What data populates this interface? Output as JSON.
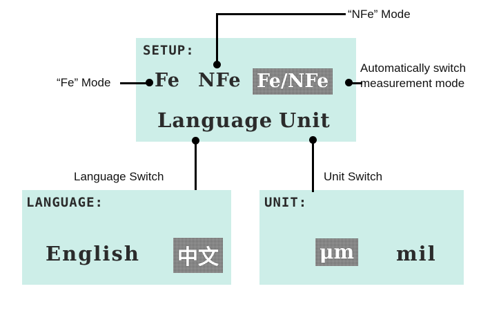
{
  "device": {
    "kind": "coating-thickness-gauge-lcd",
    "lcd_background": "#cdeee8",
    "lcd_text_color": "#2b2b2b",
    "highlight_color": "#565656",
    "highlight_text_color": "#ffffff"
  },
  "screens": {
    "setup": {
      "title": "SETUP:",
      "options_row1": [
        {
          "label": "Fe",
          "selected": false
        },
        {
          "label": "NFe",
          "selected": false
        },
        {
          "label": "Fe/NFe",
          "selected": true
        }
      ],
      "options_row2": [
        {
          "label": "Language",
          "selected": false
        },
        {
          "label": "Unit",
          "selected": false
        }
      ]
    },
    "language": {
      "title": "LANGUAGE:",
      "options": [
        {
          "label": "English",
          "selected": false
        },
        {
          "label": "中文",
          "selected": true
        }
      ]
    },
    "unit": {
      "title": "UNIT:",
      "options": [
        {
          "label": "μm",
          "selected": true
        },
        {
          "label": "mil",
          "selected": false
        }
      ]
    }
  },
  "annotations": {
    "nfe_mode": "“NFe” Mode",
    "fe_mode": "“Fe” Mode",
    "auto_switch": "Automatically switch measurement mode",
    "language_switch": "Language Switch",
    "unit_switch": "Unit Switch"
  }
}
